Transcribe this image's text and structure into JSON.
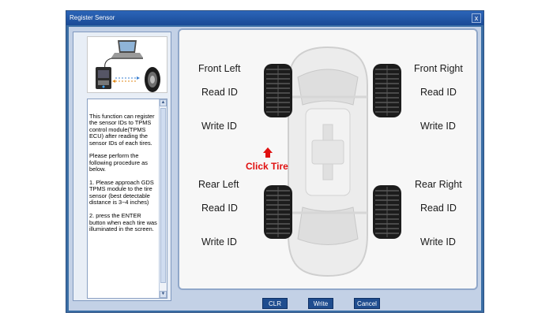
{
  "window": {
    "title": "Register Sensor",
    "close_glyph": "x"
  },
  "left_panel": {
    "description": "This function can register the sensor IDs to TPMS control module(TPMS ECU) after reading the sensor IDs of each tires.\n\nPlease perform the following procedure as below.\n\n1. Please approach GDS TPMS module to the tire sensor (best detectable distance is 3~4 inches)\n\n2. press the ENTER button when each tire was illuminated in the screen.",
    "scroll_up_glyph": "▲",
    "scroll_down_glyph": "▼",
    "illustration_icons": [
      "laptop-icon",
      "tpms-module-icon",
      "tire-icon"
    ]
  },
  "tires": {
    "front_left": {
      "position": "Front Left",
      "read": "Read ID",
      "write": "Write ID"
    },
    "front_right": {
      "position": "Front Right",
      "read": "Read ID",
      "write": "Write ID"
    },
    "rear_left": {
      "position": "Rear Left",
      "read": "Read ID",
      "write": "Write ID"
    },
    "rear_right": {
      "position": "Rear Right",
      "read": "Read ID",
      "write": "Write ID"
    }
  },
  "hint": {
    "text": "Click Tire",
    "color": "#e01010"
  },
  "buttons": {
    "clr": "CLR",
    "write": "Write",
    "cancel": "Cancel"
  },
  "colors": {
    "title_bar": "#1a4a96",
    "client_bg": "#c3d1e6",
    "button_bg": "#1f4d8f"
  }
}
